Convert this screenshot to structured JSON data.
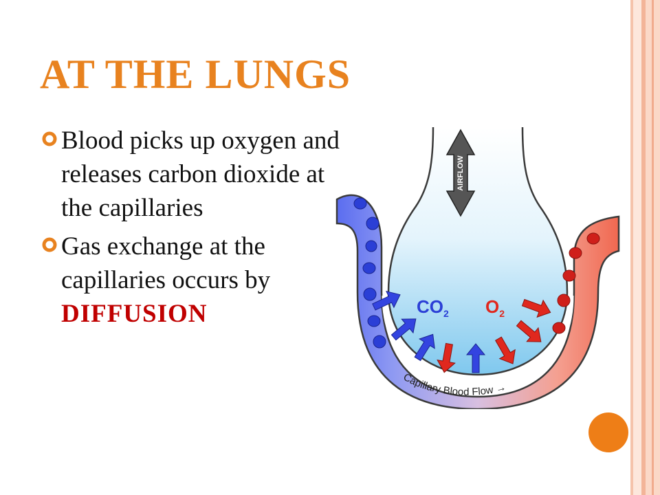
{
  "slide": {
    "title": "AT THE LUNGS",
    "bullets": [
      {
        "text": "Blood picks up oxygen and releases carbon dioxide at the capillaries",
        "emphasis": ""
      },
      {
        "text": "Gas exchange at the capillaries occurs by ",
        "emphasis": "DIFFUSION"
      }
    ]
  },
  "diagram": {
    "airflow_label": "AIRFLOW",
    "co2_label": "CO",
    "co2_subscript": "2",
    "o2_label": "O",
    "o2_subscript": "2",
    "flow_label": "Capillary Blood Flow →"
  },
  "colors": {
    "accent": "#e8821f",
    "emphasis": "#c00000",
    "deoxygenated": "#2b3fd6",
    "oxygenated": "#e0281e",
    "alveolus": "#9ed6f2"
  },
  "icons": {
    "bullet": "orange-ring-bullet-icon"
  }
}
